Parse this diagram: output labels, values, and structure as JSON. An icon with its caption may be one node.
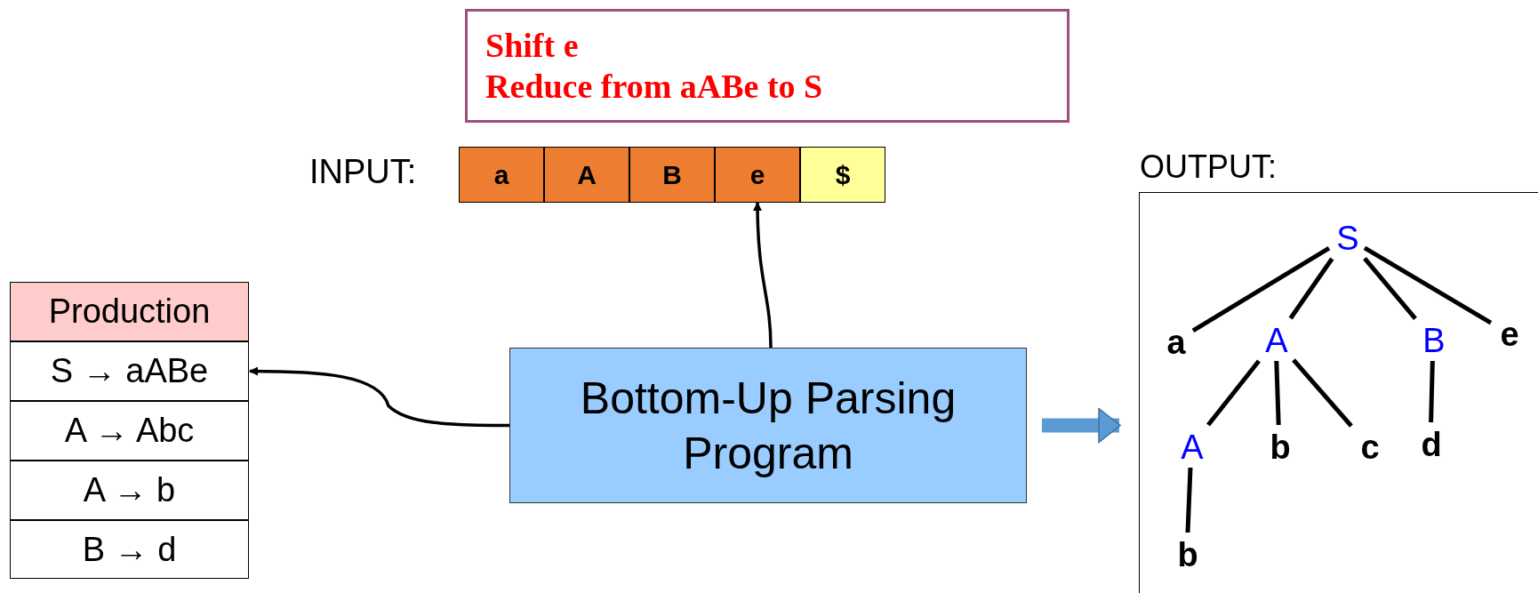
{
  "diagram": {
    "nodes": [
      {
        "text": [
          "Shift e",
          "Reduce from aABe to S"
        ]
      },
      {
        "text": [
          "a"
        ]
      },
      {
        "text": [
          "A"
        ]
      },
      {
        "text": [
          "B"
        ]
      },
      {
        "text": [
          "e"
        ]
      },
      {
        "text": [
          "$"
        ]
      },
      {
        "text": [
          "Production"
        ]
      },
      {
        "text": [
          "S → aABe"
        ]
      },
      {
        "text": [
          "A → Abc"
        ]
      },
      {
        "text": [
          "A → b"
        ]
      },
      {
        "text": [
          "B → d"
        ]
      },
      {
        "text": [
          "Bottom-Up Parsing Program"
        ]
      },
      {
        "text": [
          "OUTPUT:"
        ]
      },
      {
        "text": [
          "S"
        ],
        "in": 12
      },
      {
        "text": [
          "a"
        ],
        "in": 12
      },
      {
        "text": [
          "A"
        ],
        "in": 12
      },
      {
        "text": [
          "B"
        ],
        "in": 12
      },
      {
        "text": [
          "e"
        ],
        "in": 12
      },
      {
        "text": [
          "A"
        ],
        "in": 12
      },
      {
        "text": [
          "b"
        ],
        "in": 12
      },
      {
        "text": [
          "c"
        ],
        "in": 12
      },
      {
        "text": [
          "d"
        ],
        "in": 12
      },
      {
        "text": [
          "b"
        ],
        "in": 12
      }
    ],
    "edges": [
      {
        "from": 11,
        "to": 4,
        "arrow": "to"
      },
      {
        "from": 11,
        "to": 7,
        "arrow": "to"
      },
      {
        "from": 11,
        "to": 12,
        "arrow": "to",
        "style": "thick",
        "color": "#5b9bd5"
      },
      {
        "from": 13,
        "to": 14,
        "arrow": "none"
      },
      {
        "from": 13,
        "to": 15,
        "arrow": "none"
      },
      {
        "from": 13,
        "to": 16,
        "arrow": "none"
      },
      {
        "from": 13,
        "to": 17,
        "arrow": "none"
      },
      {
        "from": 15,
        "to": 18,
        "arrow": "none"
      },
      {
        "from": 15,
        "to": 19,
        "arrow": "none"
      },
      {
        "from": 15,
        "to": 20,
        "arrow": "none"
      },
      {
        "from": 16,
        "to": 21,
        "arrow": "none"
      },
      {
        "from": 18,
        "to": 22,
        "arrow": "none"
      }
    ],
    "labels": [
      "INPUT:"
    ]
  }
}
